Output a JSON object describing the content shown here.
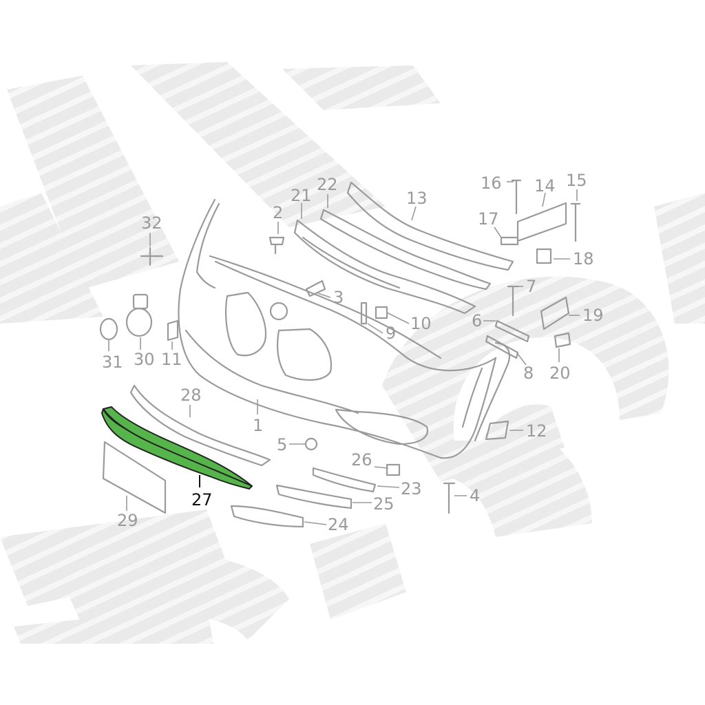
{
  "highlight_color": "#55b54a",
  "line_color": "#9a9a9a",
  "labels": {
    "p1": "1",
    "p2": "2",
    "p3": "3",
    "p4": "4",
    "p5": "5",
    "p6": "6",
    "p7": "7",
    "p8": "8",
    "p9": "9",
    "p10": "10",
    "p11": "11",
    "p12": "12",
    "p13": "13",
    "p14": "14",
    "p15": "15",
    "p16": "16",
    "p17": "17",
    "p18": "18",
    "p19": "19",
    "p20": "20",
    "p21": "21",
    "p22": "22",
    "p23": "23",
    "p24": "24",
    "p25": "25",
    "p26": "26",
    "p27": "27",
    "p28": "28",
    "p29": "29",
    "p30": "30",
    "p31": "31",
    "p32": "32"
  },
  "highlighted_part": "27"
}
